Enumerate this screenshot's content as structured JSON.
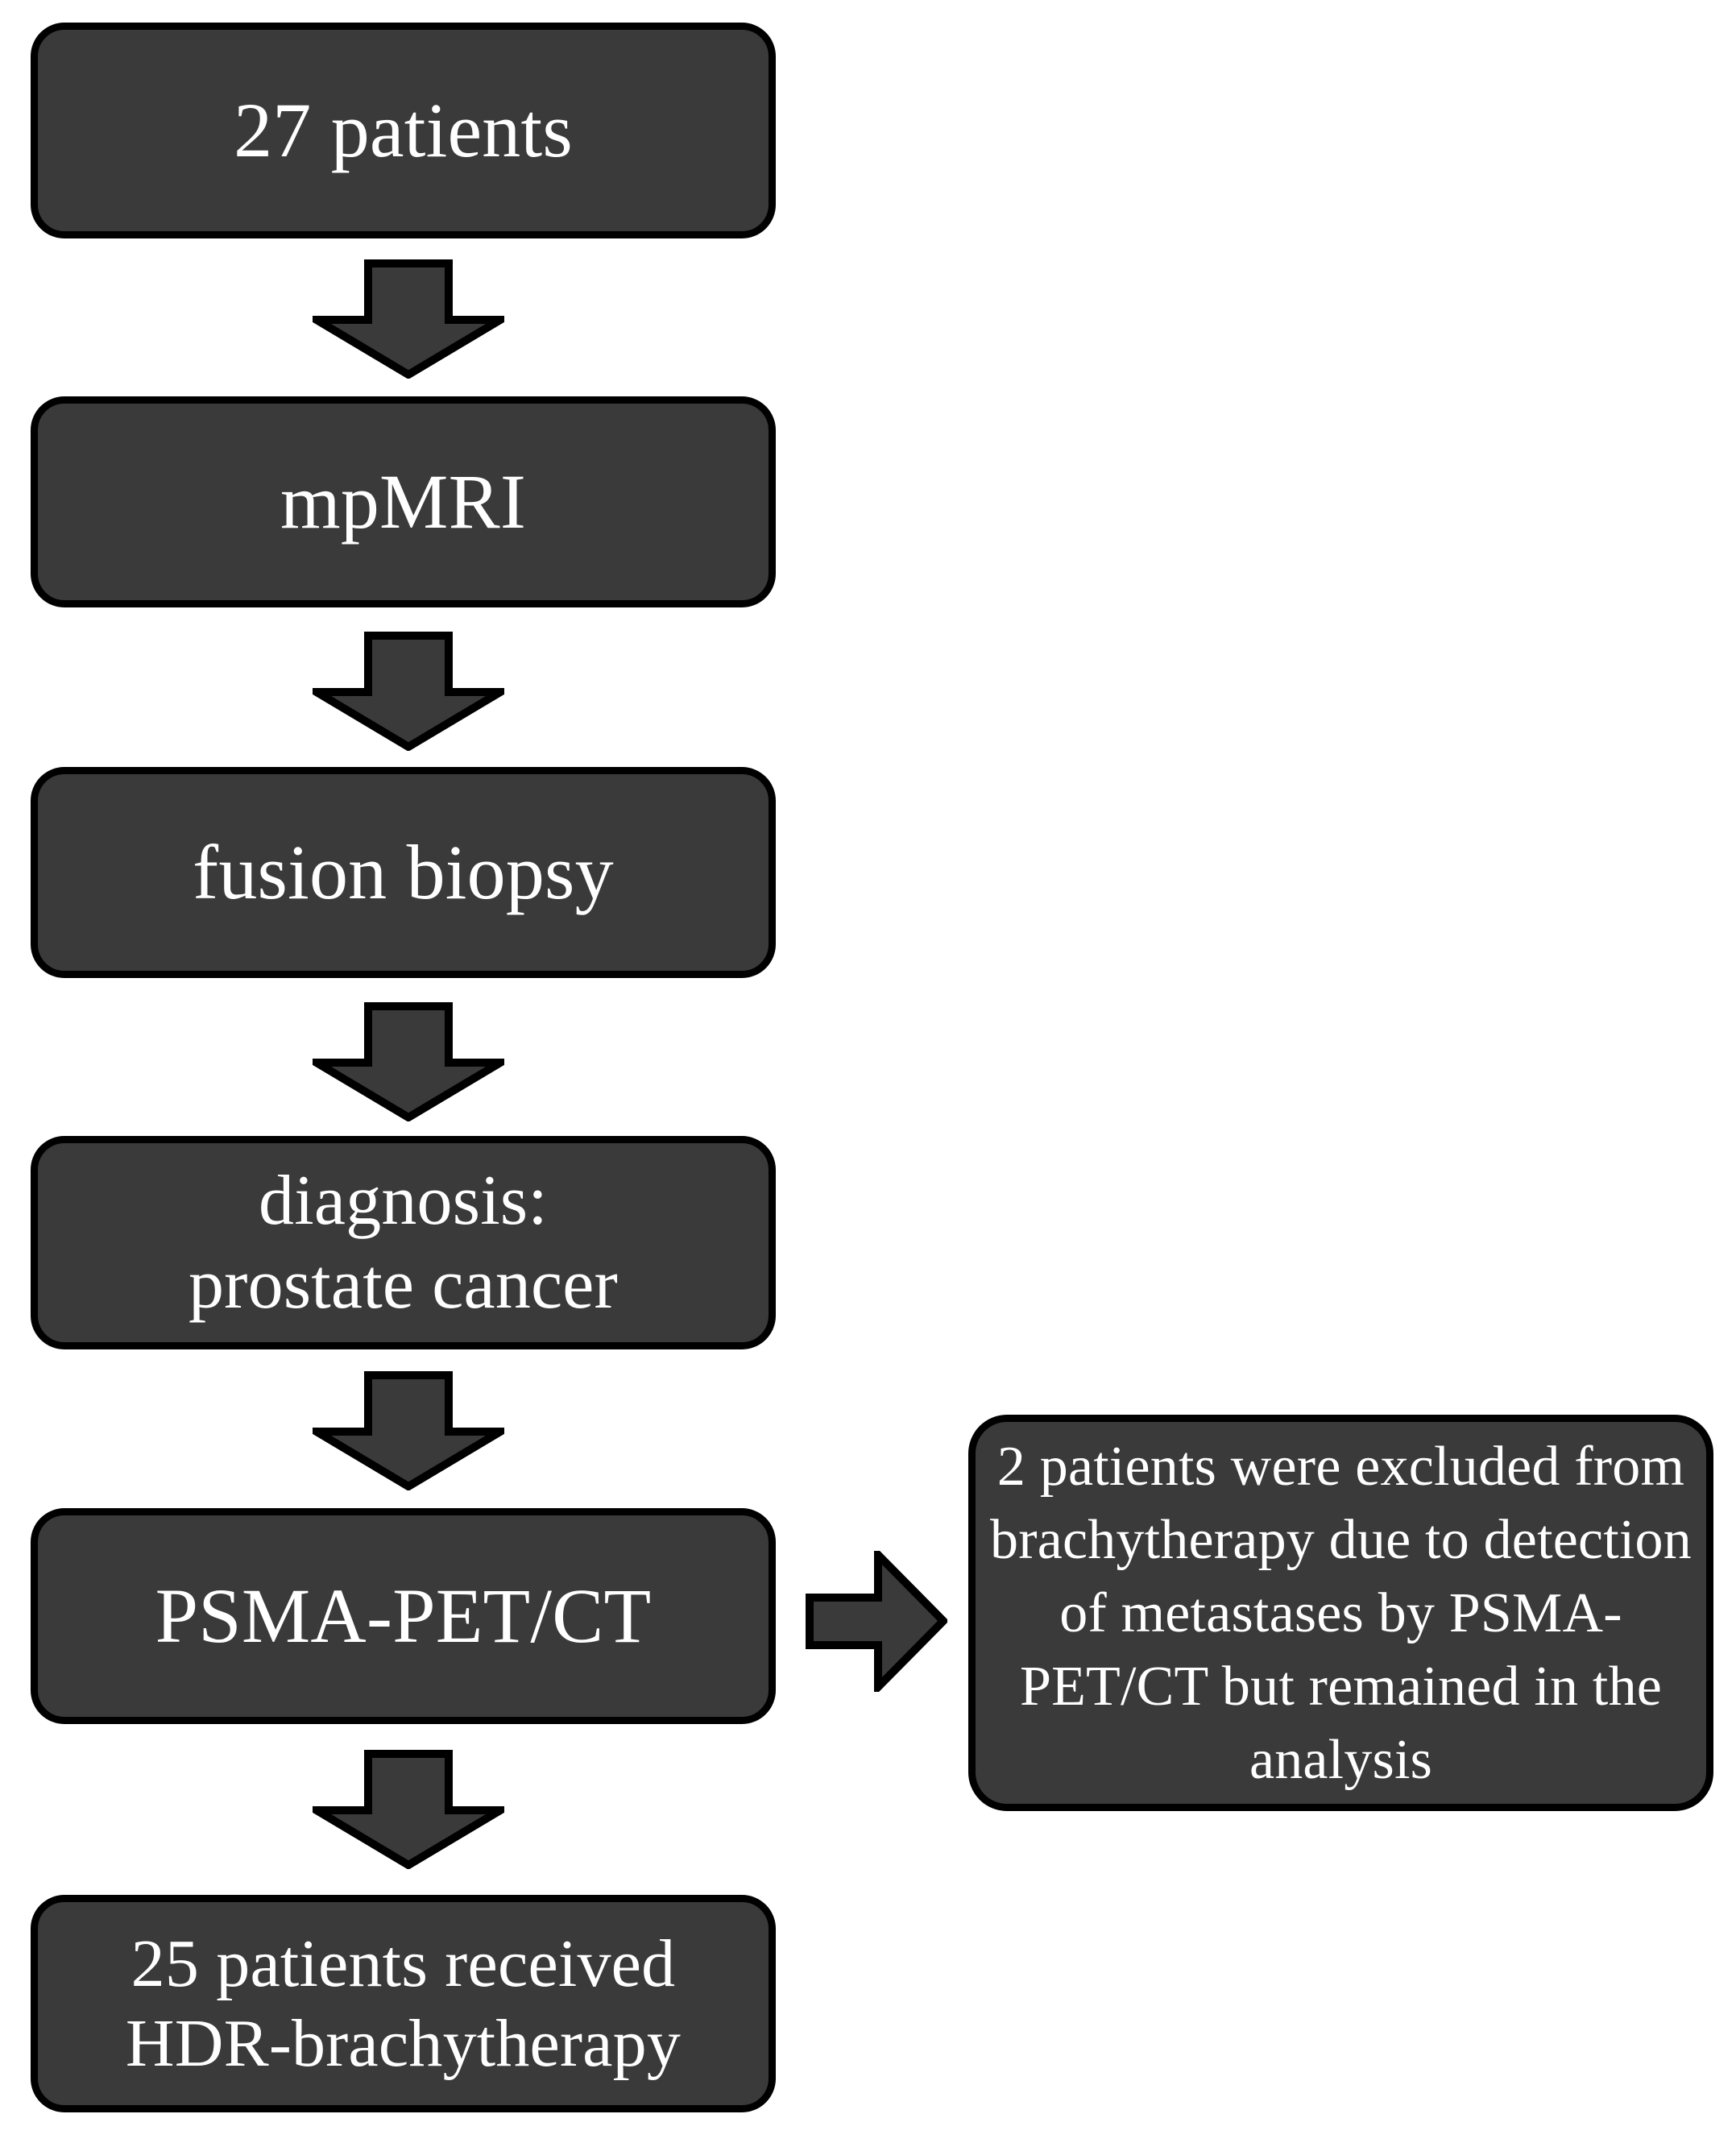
{
  "diagram": {
    "type": "flowchart",
    "title": "Prostate cancer HDR-brachytherapy patient workflow",
    "colors": {
      "box_fill": "#3a3a3a",
      "box_border": "#000000",
      "text": "#ffffff",
      "arrow_fill": "#3a3a3a",
      "arrow_border": "#000000",
      "background": "#ffffff"
    },
    "nodes": [
      {
        "id": "patients",
        "label": "27 patients"
      },
      {
        "id": "mpmri",
        "label": "mpMRI"
      },
      {
        "id": "biopsy",
        "label": "fusion biopsy"
      },
      {
        "id": "diagnosis",
        "label": "diagnosis:\nprostate cancer"
      },
      {
        "id": "psma",
        "label": "PSMA-PET/CT"
      },
      {
        "id": "hdr",
        "label": "25 patients received\nHDR-brachytherapy"
      },
      {
        "id": "excluded",
        "label": "2 patients were excluded from brachytherapy due to detection of metastases by PSMA-PET/CT but remained in the analysis"
      }
    ],
    "edges": [
      {
        "id": "arrow-1",
        "from": "patients",
        "to": "mpmri",
        "direction": "down"
      },
      {
        "id": "arrow-2",
        "from": "mpmri",
        "to": "biopsy",
        "direction": "down"
      },
      {
        "id": "arrow-3",
        "from": "biopsy",
        "to": "diagnosis",
        "direction": "down"
      },
      {
        "id": "arrow-4",
        "from": "diagnosis",
        "to": "psma",
        "direction": "down"
      },
      {
        "id": "arrow-5",
        "from": "psma",
        "to": "hdr",
        "direction": "down"
      },
      {
        "id": "arrow-right",
        "from": "psma",
        "to": "excluded",
        "direction": "right"
      }
    ]
  }
}
